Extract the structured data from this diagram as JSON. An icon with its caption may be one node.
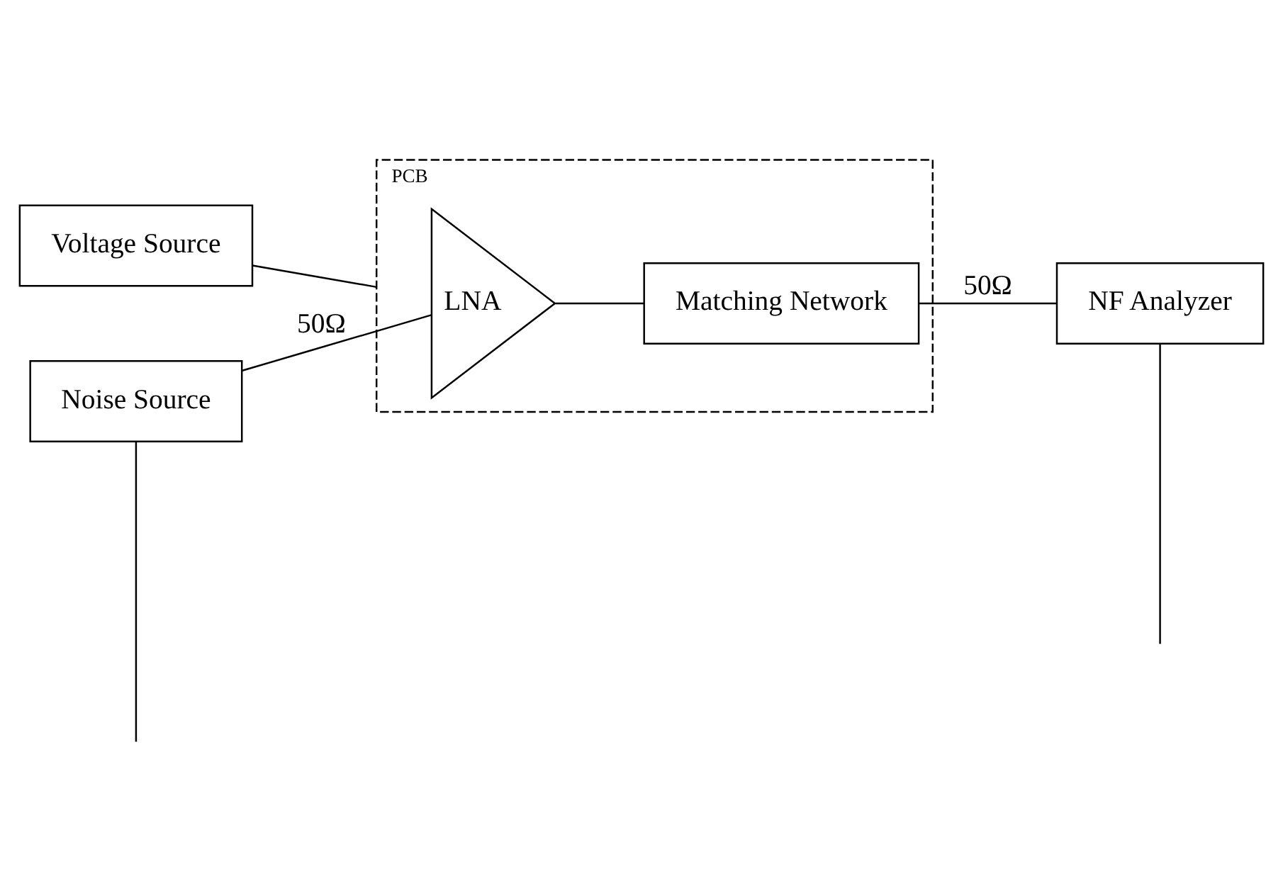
{
  "diagram": {
    "nodes": [
      {
        "text": [
          "Voltage Source"
        ]
      },
      {
        "text": [
          "PCB"
        ]
      },
      {
        "text": [
          "Noise Source"
        ]
      },
      {
        "text": [
          "LNA"
        ],
        "in": 1
      },
      {
        "text": [
          "Matching Network"
        ],
        "in": 1
      },
      {
        "text": [
          "NF Analyzer"
        ]
      }
    ],
    "edges": [
      {
        "from": 0,
        "to": 1,
        "arrow": "none"
      },
      {
        "from": 2,
        "to": 3,
        "arrow": "none",
        "label": "50Ω"
      },
      {
        "from": 3,
        "to": 4,
        "arrow": "none"
      },
      {
        "from": 4,
        "to": 5,
        "arrow": "none",
        "label": "50Ω"
      },
      {
        "from": 2,
        "to": null,
        "arrow": "none"
      },
      {
        "from": 5,
        "to": null,
        "arrow": "none"
      }
    ]
  }
}
